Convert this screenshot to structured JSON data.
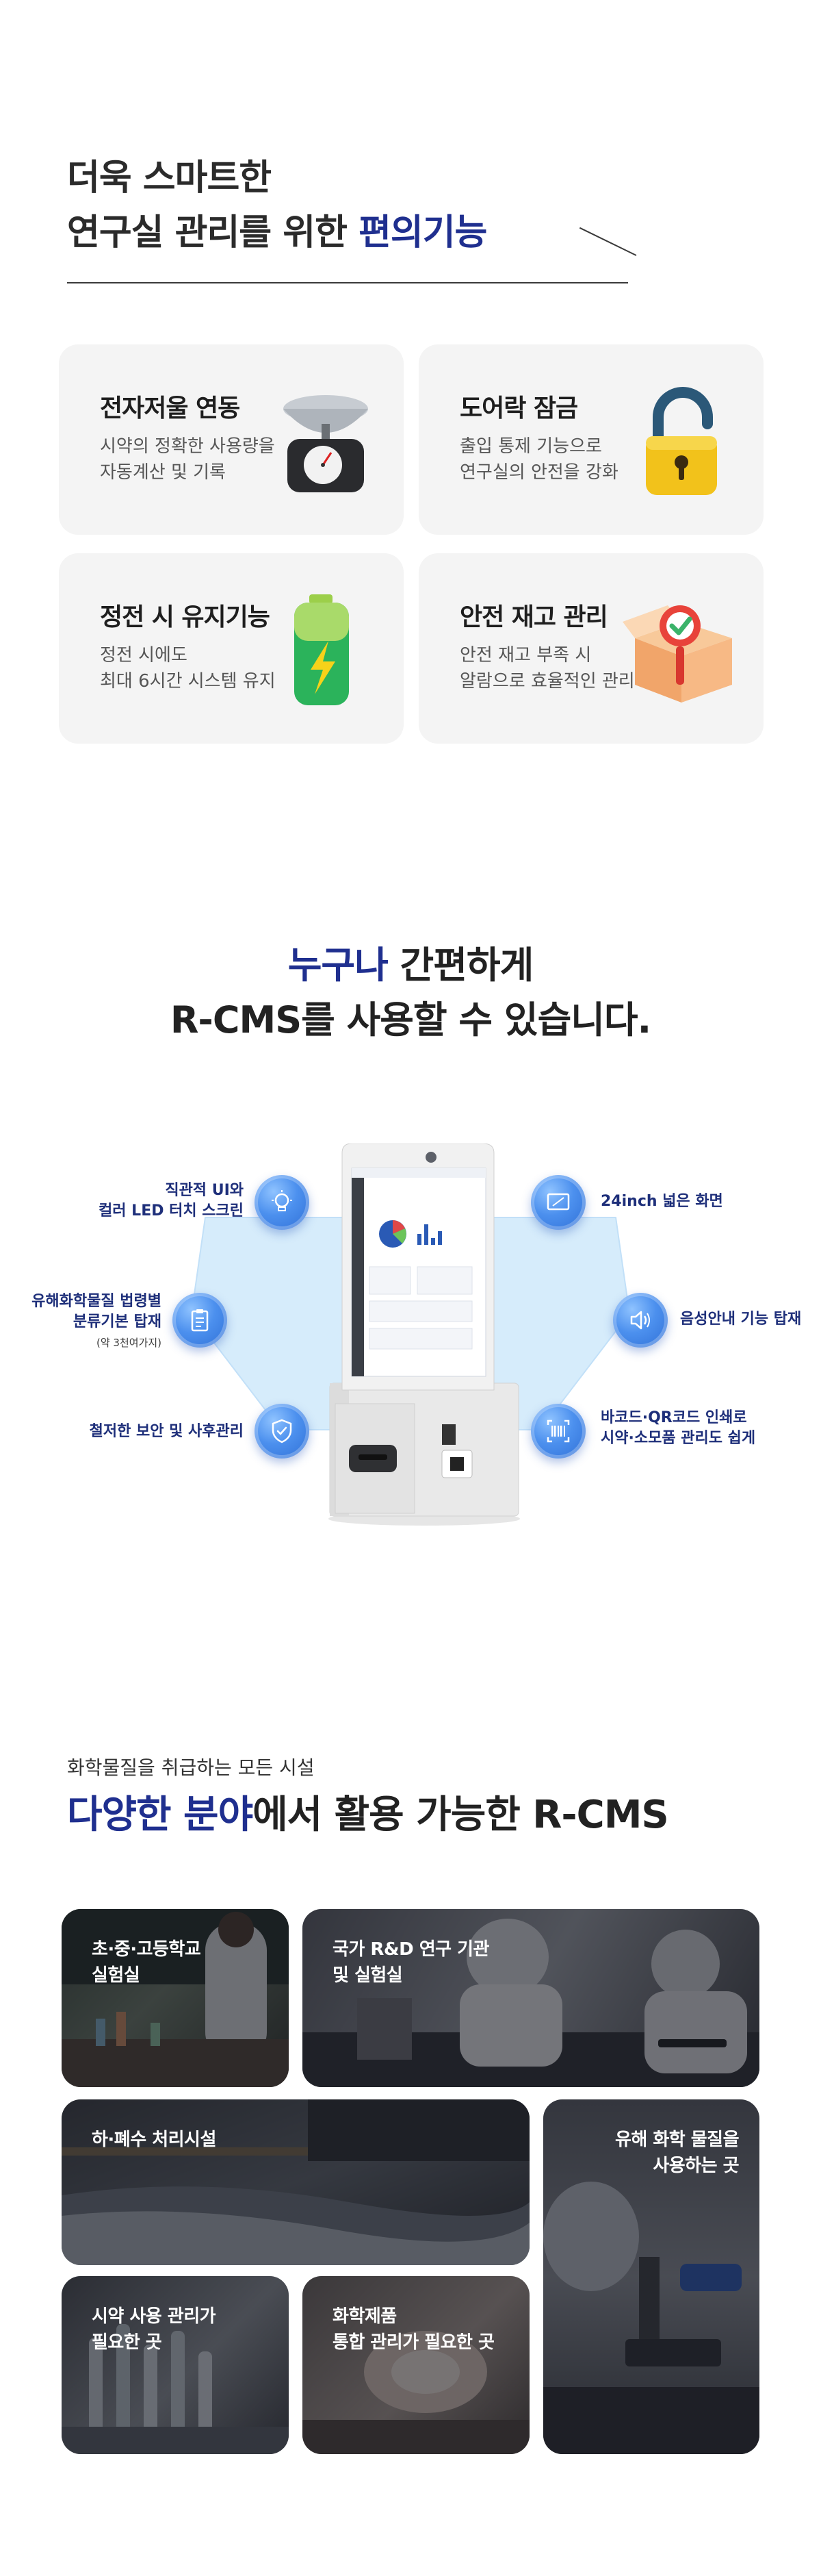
{
  "section1": {
    "title_line1": "더욱 스마트한",
    "title_line2_prefix": "연구실 관리를 위한 ",
    "title_line2_accent": "편의기능",
    "cards": [
      {
        "title": "전자저울 연동",
        "desc_line1": "시약의 정확한 사용량을",
        "desc_line2": "자동계산 및 기록",
        "icon": "scale-icon"
      },
      {
        "title": "도어락 잠금",
        "desc_line1": "출입 통제 기능으로",
        "desc_line2": "연구실의 안전을 강화",
        "icon": "padlock-icon"
      },
      {
        "title": "정전 시 유지기능",
        "desc_line1": "정전 시에도",
        "desc_line2": "최대 6시간 시스템 유지",
        "icon": "battery-icon"
      },
      {
        "title": "안전 재고 관리",
        "desc_line1": "안전 재고 부족 시",
        "desc_line2": "알람으로 효율적인 관리",
        "icon": "inventory-box-icon"
      }
    ]
  },
  "section2": {
    "title_accent": "누구나",
    "title_line1_rest": " 간편하게",
    "title_line2": "R-CMS를 사용할 수 있습니다.",
    "features": {
      "touch_line1": "직관적 UI와",
      "touch_line2": "컬러 LED 터치 스크린",
      "law_line1": "유해화학물질 법령별",
      "law_line2": "분류기본 탑재",
      "law_small": "(약 3천여가지)",
      "security": "철저한 보안 및 사후관리",
      "screen": "24inch 넓은 화면",
      "voice": "음성안내 기능 탑재",
      "barcode_line1": "바코드·QR코드 인쇄로",
      "barcode_line2": "시약·소모품 관리도 쉽게"
    },
    "colors": {
      "accent": "#1f2f8f",
      "icon_blue": "#3d82e6",
      "hex_fill": "#d6ecfb"
    }
  },
  "section3": {
    "subtitle": "화학물질을 취급하는 모든 시설",
    "title_accent": "다양한 분야",
    "title_rest": "에서 활용 가능한 R-CMS",
    "tiles": [
      {
        "line1": "초·중·고등학교",
        "line2": "실험실"
      },
      {
        "line1": "국가 R&D 연구 기관",
        "line2": "및 실험실"
      },
      {
        "line1": "하·폐수 처리시설",
        "line2": ""
      },
      {
        "line1": "유해 화학 물질을",
        "line2": "사용하는 곳"
      },
      {
        "line1": "시약 사용 관리가",
        "line2": "필요한 곳"
      },
      {
        "line1": "화학제품",
        "line2": "통합 관리가 필요한 곳"
      }
    ]
  }
}
